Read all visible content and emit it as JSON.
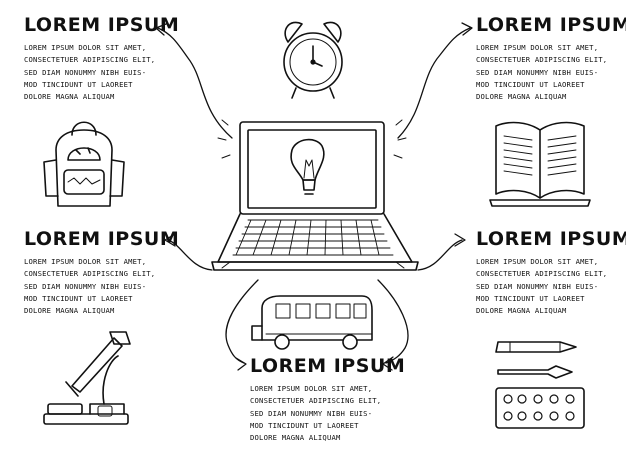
{
  "infographic": {
    "blocks": [
      {
        "id": "top-left",
        "title": "LOREM IPSUM",
        "lines": [
          "LOREM IPSUM DOLOR SIT AMET,",
          "CONSECTETUER ADIPISCING ELIT,",
          "SED DIAM NONUMMY NIBH EUIS-",
          "MOD TINCIDUNT UT LAOREET",
          "DOLORE MAGNA ALIQUAM"
        ]
      },
      {
        "id": "top-right",
        "title": "LOREM IPSUM",
        "lines": [
          "LOREM IPSUM DOLOR SIT AMET,",
          "CONSECTETUER ADIPISCING ELIT,",
          "SED DIAM NONUMMY NIBH EUIS-",
          "MOD TINCIDUNT UT LAOREET",
          "DOLORE MAGNA ALIQUAM"
        ]
      },
      {
        "id": "mid-left",
        "title": "LOREM IPSUM",
        "lines": [
          "LOREM IPSUM DOLOR SIT AMET,",
          "CONSECTETUER ADIPISCING ELIT,",
          "SED DIAM NONUMMY NIBH EUIS-",
          "MOD TINCIDUNT UT LAOREET",
          "DOLORE MAGNA ALIQUAM"
        ]
      },
      {
        "id": "mid-right",
        "title": "LOREM IPSUM",
        "lines": [
          "LOREM IPSUM DOLOR SIT AMET,",
          "CONSECTETUER ADIPISCING ELIT,",
          "SED DIAM NONUMMY NIBH EUIS-",
          "MOD TINCIDUNT UT LAOREET",
          "DOLORE MAGNA ALIQUAM"
        ]
      },
      {
        "id": "bottom-center",
        "title": "LOREM IPSUM",
        "lines": [
          "LOREM IPSUM DOLOR SIT AMET,",
          "CONSECTETUER ADIPISCING ELIT,",
          "SED DIAM NONUMMY NIBH EUIS-",
          "MOD TINCIDUNT UT LAOREET",
          "DOLORE MAGNA ALIQUAM"
        ]
      }
    ],
    "icons": [
      "alarm-clock-icon",
      "backpack-icon",
      "open-book-icon",
      "laptop-lightbulb-icon",
      "microscope-icon",
      "school-bus-icon",
      "paint-supplies-icon"
    ],
    "colors": {
      "ink": "#111111",
      "background": "#ffffff"
    }
  }
}
